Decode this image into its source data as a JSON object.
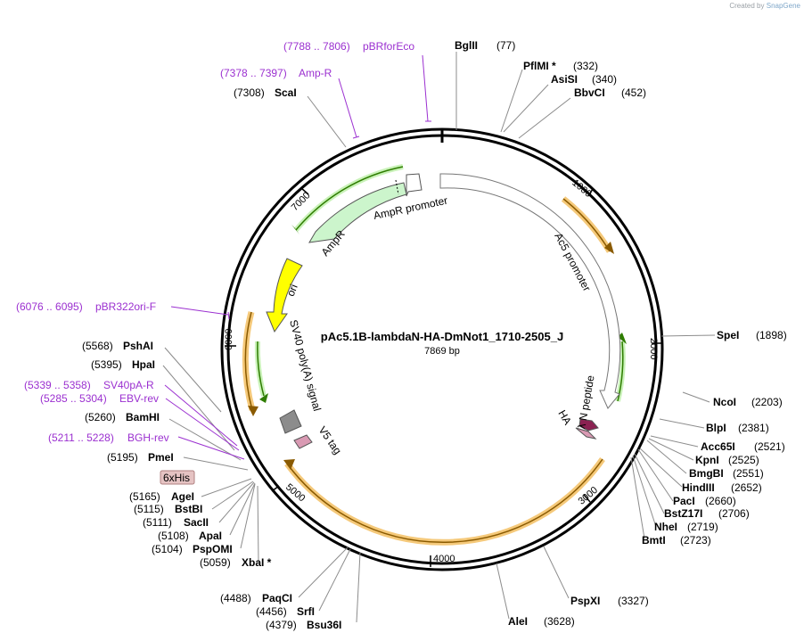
{
  "credit": {
    "prefix": "Created by",
    "brand": "SnapGene"
  },
  "plasmid": {
    "name": "pAc5.1B-lambdaN-HA-DmNot1_1710-2505_J",
    "size": "7869 bp"
  },
  "ticks": [
    "1000",
    "2000",
    "3000",
    "4000",
    "5000",
    "6000",
    "7000"
  ],
  "features": {
    "ampr_promoter": "AmpR promoter",
    "ampr": "AmpR",
    "ori": "ori",
    "ac5_promoter": "Ac5 promoter",
    "sv40_polya": "SV40 poly(A) signal",
    "v5_tag": "V5 tag",
    "ha": "HA",
    "lambda_n": "λ N peptide",
    "his_badge": "6xHis"
  },
  "sites": [
    {
      "name": "BglII",
      "pos": "(77)"
    },
    {
      "name": "PflMI *",
      "pos": "(332)"
    },
    {
      "name": "AsiSI",
      "pos": "(340)"
    },
    {
      "name": "BbvCI",
      "pos": "(452)"
    },
    {
      "name": "SpeI",
      "pos": "(1898)"
    },
    {
      "name": "NcoI",
      "pos": "(2203)"
    },
    {
      "name": "BlpI",
      "pos": "(2381)"
    },
    {
      "name": "Acc65I",
      "pos": "(2521)"
    },
    {
      "name": "KpnI",
      "pos": "(2525)"
    },
    {
      "name": "BmgBI",
      "pos": "(2551)"
    },
    {
      "name": "HindIII",
      "pos": "(2652)"
    },
    {
      "name": "PacI",
      "pos": "(2660)"
    },
    {
      "name": "BstZ17I",
      "pos": "(2706)"
    },
    {
      "name": "NheI",
      "pos": "(2719)"
    },
    {
      "name": "BmtI",
      "pos": "(2723)"
    },
    {
      "name": "PspXI",
      "pos": "(3327)"
    },
    {
      "name": "AleI",
      "pos": "(3628)"
    },
    {
      "name": "PaqCI",
      "pos": "(4488)"
    },
    {
      "name": "SrfI",
      "pos": "(4456)"
    },
    {
      "name": "Bsu36I",
      "pos": "(4379)"
    },
    {
      "name": "XbaI *",
      "pos": "(5059)"
    },
    {
      "name": "PspOMI",
      "pos": "(5104)"
    },
    {
      "name": "ApaI",
      "pos": "(5108)"
    },
    {
      "name": "SacII",
      "pos": "(5111)"
    },
    {
      "name": "BstBI",
      "pos": "(5115)"
    },
    {
      "name": "AgeI",
      "pos": "(5165)"
    },
    {
      "name": "PmeI",
      "pos": "(5195)"
    },
    {
      "name": "BamHI",
      "pos": "(5260)"
    },
    {
      "name": "HpaI",
      "pos": "(5395)"
    },
    {
      "name": "PshAI",
      "pos": "(5568)"
    },
    {
      "name": "ScaI",
      "pos": "(7308)"
    }
  ],
  "primers": [
    {
      "name": "pBRforEco",
      "pos": "(7788 .. 7806)"
    },
    {
      "name": "Amp-R",
      "pos": "(7378 .. 7397)"
    },
    {
      "name": "pBR322ori-F",
      "pos": "(6076 .. 6095)"
    },
    {
      "name": "SV40pA-R",
      "pos": "(5339 .. 5358)"
    },
    {
      "name": "EBV-rev",
      "pos": "(5285 .. 5304)"
    },
    {
      "name": "BGH-rev",
      "pos": "(5211 .. 5228)"
    }
  ],
  "colors": {
    "backbone": "#000000",
    "primer": "#9b30d0",
    "ampr_fill": "#ccf5cc",
    "ori_fill": "#ffff00",
    "orange_glow": "#f5c97a",
    "orange_line": "#8a5a00",
    "green_line": "#2e7d00",
    "ha_fill": "#8b2252",
    "v5_fill": "#d99ab3",
    "sv40_fill": "#8c8c8c"
  }
}
